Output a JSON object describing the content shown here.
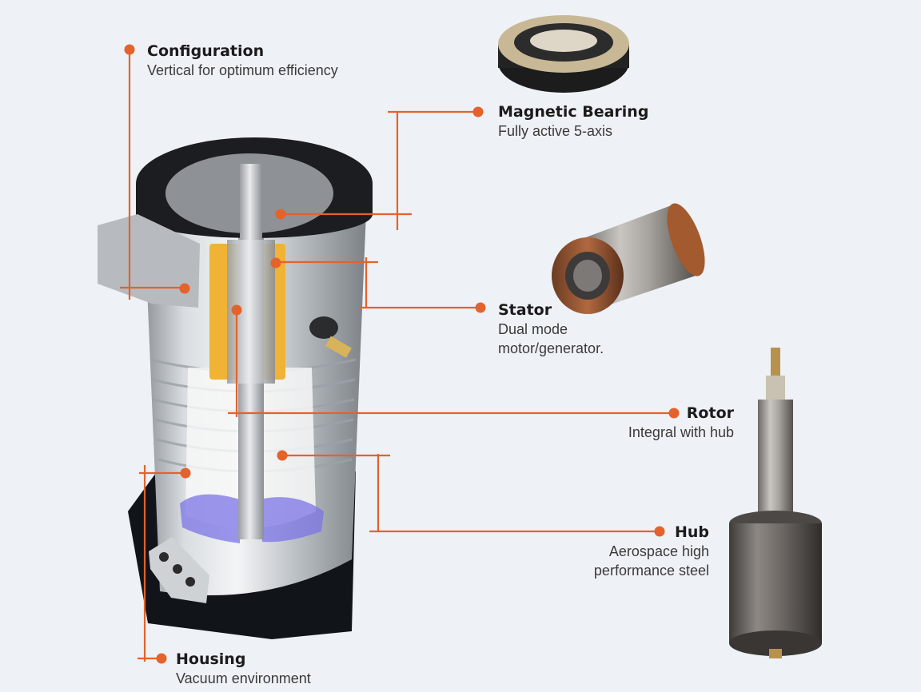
{
  "accent_color": "#e4622b",
  "callouts": {
    "configuration": {
      "title": "Configuration",
      "desc": [
        "Vertical for optimum efficiency"
      ]
    },
    "magnetic_bearing": {
      "title": "Magnetic Bearing",
      "desc": [
        "Fully active 5-axis"
      ]
    },
    "stator": {
      "title": "Stator",
      "desc": [
        "Dual mode",
        "motor/generator."
      ]
    },
    "rotor": {
      "title": "Rotor",
      "desc": [
        "Integral with hub"
      ]
    },
    "hub": {
      "title": "Hub",
      "desc": [
        "Aerospace high",
        "performance steel"
      ]
    },
    "housing": {
      "title": "Housing",
      "desc": [
        "Vacuum environment"
      ]
    }
  }
}
